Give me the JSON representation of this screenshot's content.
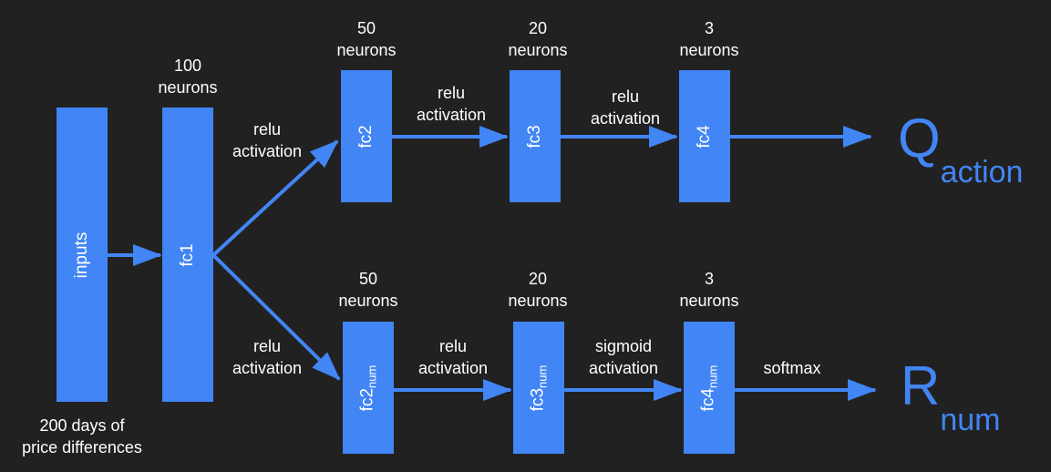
{
  "blocks": {
    "inputs": "inputs",
    "fc1": "fc1",
    "fc2": "fc2",
    "fc3": "fc3",
    "fc4": "fc4",
    "fc2_num": "fc2",
    "fc3_num": "fc3",
    "fc4_num": "fc4",
    "num_subscript": "num"
  },
  "neurons": {
    "fc1": [
      "100",
      "neurons"
    ],
    "fc2": [
      "50",
      "neurons"
    ],
    "fc3": [
      "20",
      "neurons"
    ],
    "fc4": [
      "3",
      "neurons"
    ],
    "fc2_num": [
      "50",
      "neurons"
    ],
    "fc3_num": [
      "20",
      "neurons"
    ],
    "fc4_num": [
      "3",
      "neurons"
    ]
  },
  "edge_labels": {
    "fc1_fc2": [
      "relu",
      "activation"
    ],
    "fc2_fc3": [
      "relu",
      "activation"
    ],
    "fc3_fc4": [
      "relu",
      "activation"
    ],
    "fc1_fc2num": [
      "relu",
      "activation"
    ],
    "fc2num_fc3num": [
      "relu",
      "activation"
    ],
    "fc3num_fc4num": [
      "sigmoid",
      "activation"
    ],
    "fc4num_out": "softmax"
  },
  "inputs_caption": [
    "200 days of",
    "price differences"
  ],
  "outputs": {
    "q_main": "Q",
    "q_sub": "action",
    "r_main": "R",
    "r_sub": "num"
  },
  "colors": {
    "background": "#212121",
    "block": "#4285f4",
    "arrow": "#4285f4",
    "text": "#ffffff",
    "output_text": "#4285f4"
  }
}
